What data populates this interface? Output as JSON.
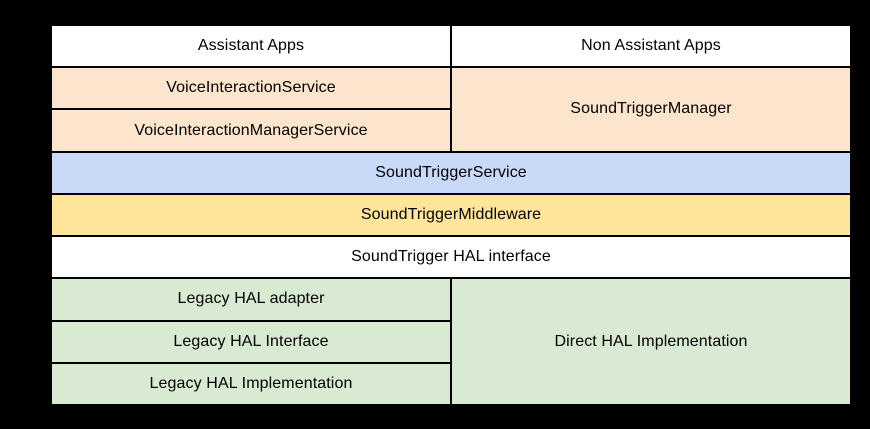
{
  "diagram": {
    "description": "SoundTrigger architecture stack diagram",
    "palette": {
      "background": "#000000",
      "border": "#000000",
      "white": "#ffffff",
      "peach": "#fce5cd",
      "blue": "#c9daf8",
      "yellow": "#ffe599",
      "green": "#d9ead3",
      "text": "#000000"
    },
    "cells": {
      "assistant_apps": {
        "label": "Assistant Apps",
        "color": "#ffffff"
      },
      "non_assistant_apps": {
        "label": "Non Assistant Apps",
        "color": "#ffffff"
      },
      "voice_interaction_service": {
        "label": "VoiceInteractionService",
        "color": "#fce5cd"
      },
      "voice_interaction_manager_service": {
        "label": "VoiceInteractionManagerService",
        "color": "#fce5cd"
      },
      "sound_trigger_manager": {
        "label": "SoundTriggerManager",
        "color": "#fce5cd"
      },
      "sound_trigger_service": {
        "label": "SoundTriggerService",
        "color": "#c9daf8"
      },
      "sound_trigger_middleware": {
        "label": "SoundTriggerMiddleware",
        "color": "#ffe599"
      },
      "sound_trigger_hal_interface": {
        "label": "SoundTrigger HAL interface",
        "color": "#ffffff"
      },
      "legacy_hal_adapter": {
        "label": "Legacy HAL adapter",
        "color": "#d9ead3"
      },
      "legacy_hal_interface": {
        "label": "Legacy HAL Interface",
        "color": "#d9ead3"
      },
      "legacy_hal_implementation": {
        "label": "Legacy HAL Implementation",
        "color": "#d9ead3"
      },
      "direct_hal_implementation": {
        "label": "Direct HAL Implementation",
        "color": "#d9ead3"
      }
    }
  }
}
